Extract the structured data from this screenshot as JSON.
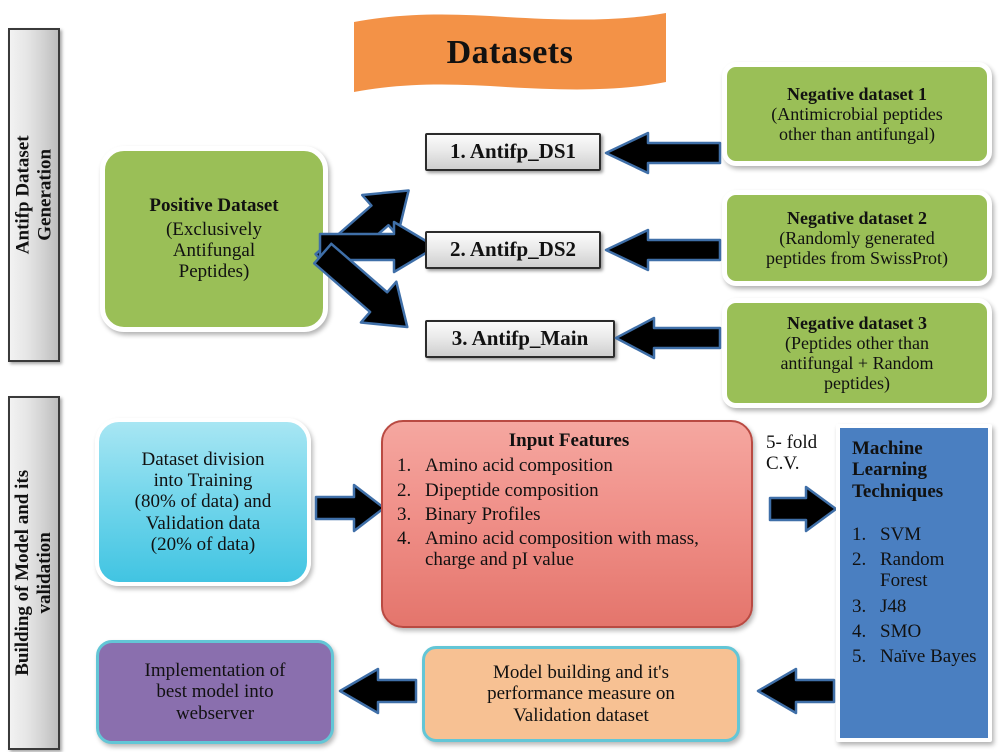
{
  "banner": {
    "title": "Datasets",
    "color": "#f39247"
  },
  "sections": [
    {
      "name": "antifp-dataset-generation",
      "label_lines": [
        "Antifp Dataset",
        "Generation"
      ]
    },
    {
      "name": "building-of-model-and-validation",
      "label_lines": [
        "Building of Model and its",
        "validation"
      ]
    }
  ],
  "positive_dataset": {
    "title": "Positive Dataset",
    "lines": [
      "(Exclusively",
      "Antifungal",
      "Peptides)"
    ],
    "color": "#9abf57"
  },
  "dataset_boxes": [
    {
      "label": "1. Antifp_DS1"
    },
    {
      "label": "2. Antifp_DS2"
    },
    {
      "label": "3. Antifp_Main"
    }
  ],
  "negative_datasets": [
    {
      "title": "Negative dataset 1",
      "lines": [
        "(Antimicrobial peptides",
        "other than antifungal)"
      ]
    },
    {
      "title": "Negative dataset 2",
      "lines": [
        "(Randomly generated",
        "peptides from SwissProt)"
      ]
    },
    {
      "title": "Negative dataset 3",
      "lines": [
        "(Peptides other than",
        "antifungal + Random",
        "peptides)"
      ]
    }
  ],
  "dataset_division": {
    "lines": [
      "Dataset division",
      "into Training",
      "(80% of data) and",
      "Validation data",
      "(20% of data)"
    ],
    "color": "#41c4e2"
  },
  "input_features": {
    "title": "Input Features",
    "items": [
      {
        "num": "1.",
        "text": "Amino acid composition"
      },
      {
        "num": "2.",
        "text": "Dipeptide composition"
      },
      {
        "num": "3.",
        "text": "Binary Profiles"
      },
      {
        "num": "4.",
        "text": "Amino acid composition with mass, charge and pI value"
      }
    ],
    "color": "#f09089"
  },
  "cv_label": {
    "lines": [
      "5- fold",
      "C.V."
    ]
  },
  "machine_learning": {
    "title_lines": [
      "Machine",
      "Learning",
      "Techniques"
    ],
    "items": [
      {
        "num": "1.",
        "text": "SVM"
      },
      {
        "num": "2.",
        "text": "Random Forest"
      },
      {
        "num": "3.",
        "text": "J48"
      },
      {
        "num": "4.",
        "text": "SMO"
      },
      {
        "num": "5.",
        "text": "Naïve Bayes"
      }
    ],
    "color": "#4a7fc1"
  },
  "model_building": {
    "lines": [
      "Model building and it's",
      "performance measure on",
      "Validation dataset"
    ],
    "color": "#f7c193"
  },
  "implementation": {
    "lines": [
      "Implementation of",
      "best model into",
      "webserver"
    ],
    "color": "#8a6fae"
  },
  "arrows": {
    "fill": "#000000",
    "stroke": "#3f6fa8"
  }
}
